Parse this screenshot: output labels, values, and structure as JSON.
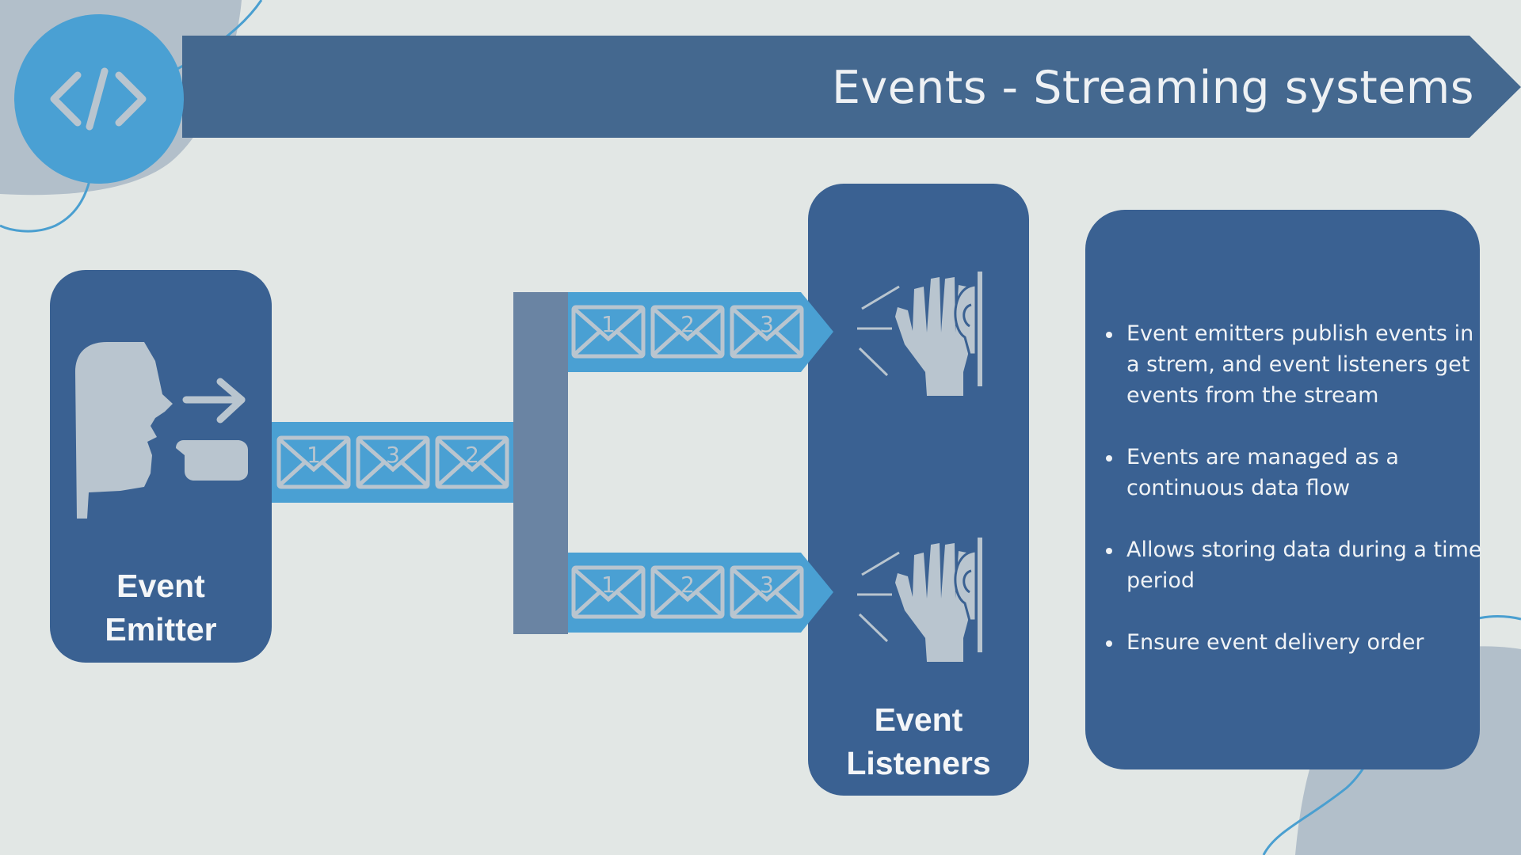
{
  "slide": {
    "title": "Events - Streaming systems",
    "emitter_label": [
      "Event",
      "Emitter"
    ],
    "listeners_label": [
      "Event",
      "Listeners"
    ]
  },
  "stream": {
    "input_sequence": [
      "1",
      "3",
      "2"
    ],
    "output_top_sequence": [
      "1",
      "2",
      "3"
    ],
    "output_bottom_sequence": [
      "1",
      "2",
      "3"
    ]
  },
  "bullets": [
    "Event emitters publish events in a strem, and event listeners get events from the stream",
    "Events are managed as a continuous data flow",
    "Allows storing data during a time period",
    "Ensure event delivery order"
  ],
  "icons": {
    "logo": "code-icon",
    "emitter": "speaking-head-icon",
    "listener": "listening-hand-icon",
    "message": "envelope-icon"
  },
  "colors": {
    "background": "#e2e7e5",
    "banner": "#44688f",
    "card": "#3a6192",
    "accent": "#4aa0d3",
    "icon_grey": "#b9c5cf",
    "broker": "#6a84a3"
  }
}
